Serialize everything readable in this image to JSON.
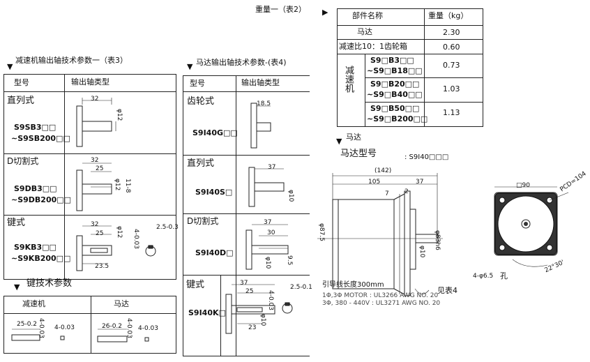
{
  "weight_table": {
    "title": "重量一（表2）",
    "col_part": "部件名称",
    "col_weight": "重量（kg）",
    "row_motor": {
      "label": "马达",
      "value": "2.30"
    },
    "row_gearbox": {
      "label": "减速比10：1齿轮箱",
      "value": "0.60"
    },
    "reducer_label": "减速机",
    "reducer_rows": [
      {
        "models": [
          "S9□B3□□",
          "~S9□B18□□"
        ],
        "value": "0.73"
      },
      {
        "models": [
          "S9□B20□□",
          "~S9□B40□□"
        ],
        "value": "1.03"
      },
      {
        "models": [
          "S9□B50□□",
          "~S9□B200□□"
        ],
        "value": "1.13"
      }
    ]
  },
  "reducer_shaft_table": {
    "title": "减速机输出轴技术参数一（表3）",
    "col_model": "型号",
    "col_shaft": "输出轴类型",
    "rows": [
      {
        "type": "直列式",
        "model1": "S9SB3□□",
        "model2": "~S9SB200□□",
        "dims": [
          "32",
          "φ12"
        ]
      },
      {
        "type": "D切割式",
        "model1": "S9DB3□□",
        "model2": "~S9DB200□□",
        "dims": [
          "32",
          "25",
          "φ12",
          "11-8"
        ]
      },
      {
        "type": "键式",
        "model1": "S9KB3□□",
        "model2": "~S9KB200□□",
        "dims": [
          "32",
          "25",
          "φ12",
          "23.5",
          "4-0.03",
          "2.5-0.3"
        ]
      }
    ]
  },
  "motor_shaft_table": {
    "title": "马达输出轴技术参数-(表4)",
    "col_model": "型号",
    "col_shaft": "输出轴类型",
    "rows": [
      {
        "type": "齿轮式",
        "model": "S9I40G□□",
        "dims": [
          "18.5"
        ]
      },
      {
        "type": "直列式",
        "model": "S9I40S□",
        "dims": [
          "37",
          "φ10"
        ]
      },
      {
        "type": "D切割式",
        "model": "S9I40D□",
        "dims": [
          "37",
          "30",
          "φ10",
          "9.5"
        ]
      },
      {
        "type": "键式",
        "model": "S9I40K□",
        "dims": [
          "37",
          "25",
          "23",
          "φ10",
          "4-0.03",
          "2.5-0.1"
        ]
      }
    ]
  },
  "key_table": {
    "title": "键技术参数",
    "col_reducer": "减速机",
    "col_motor": "马达",
    "reducer_dims": [
      "25-0.2",
      "4-0.03",
      "4-0.03"
    ],
    "motor_dims": [
      "26-0.2",
      "4-0.03",
      "4-0.03"
    ]
  },
  "motor_drawing": {
    "title": "马达",
    "model_label": "马达型号",
    "model_value": ": S9I40□□□",
    "dims": {
      "overall": "(142)",
      "body": "105",
      "shaft": "37",
      "d7": "7",
      "d2": "2",
      "dia_body": "φ87.5",
      "dia_pilot": "φ83h6",
      "dia_shaft": "φ10",
      "square": "□90",
      "pcd": "PCD=104",
      "holes": "4-φ6.5",
      "angle": "22°30'"
    },
    "hole_label": "孔",
    "see_table": "见表4",
    "lead_wire": "引导线长度300mm",
    "spec_line1": "1Φ,3Φ MOTOR : UL3266 AWG NO. 20",
    "spec_line2": "3Φ, 380 - 440V : UL3271 AWG NO. 20"
  }
}
